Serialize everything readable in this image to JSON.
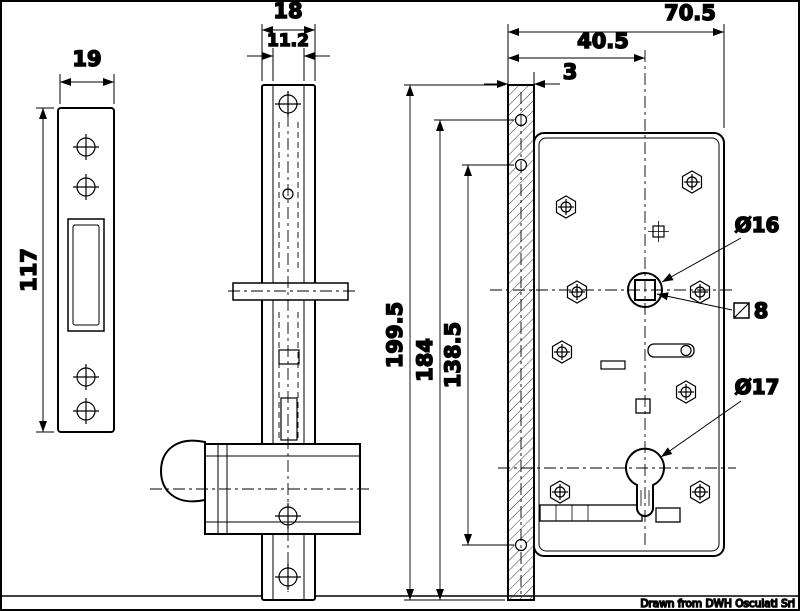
{
  "drawing": {
    "credit": "Drawn from DWH Osculati Srl",
    "strike_plate_view": {
      "width": "19",
      "height": "117"
    },
    "side_view": {
      "width": "18",
      "inner_width": "11.2"
    },
    "front_view": {
      "total_depth": "70.5",
      "backset": "40.5",
      "faceplate_thickness": "3",
      "faceplate_height": "199.5",
      "case_height": "184",
      "screw_distance": "138.5",
      "follower_diameter": "Ø16",
      "spindle_square": "8",
      "cylinder_diameter": "Ø17"
    }
  }
}
